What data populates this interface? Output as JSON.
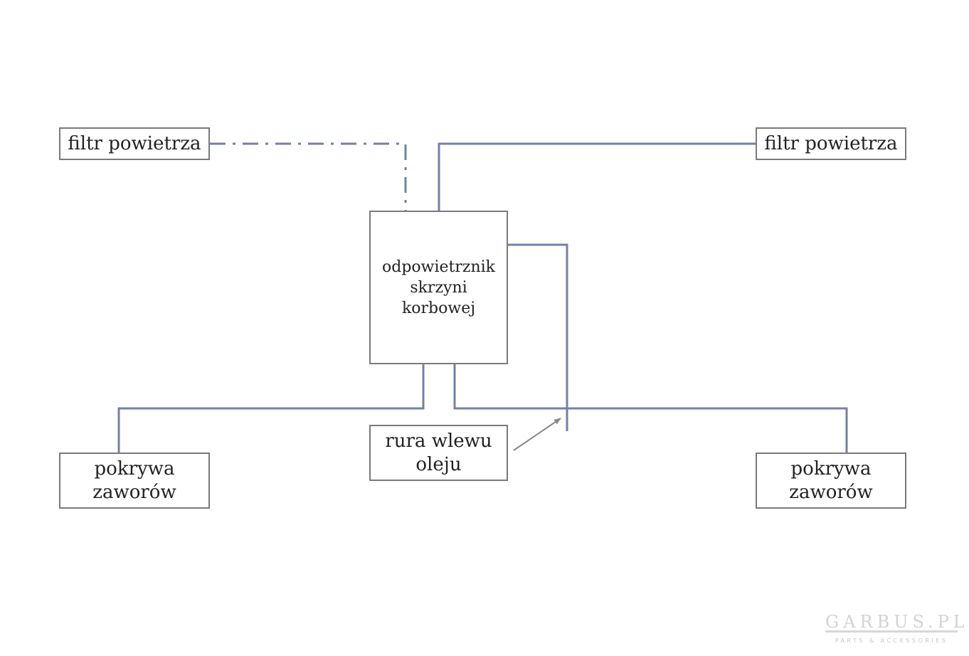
{
  "colors": {
    "connector": "#7381a8",
    "box_border": "#7a7a7a",
    "arrow": "#888888",
    "logo": "#d3d3d3"
  },
  "nodes": {
    "air_filter_left": "filtr powietrza",
    "air_filter_right": "filtr powietrza",
    "breather": "odpowietrznik\nskrzyni\nkorbowej",
    "oil_filler": "rura wlewu\noleju",
    "valve_cover_left": "pokrywa\nzaworów",
    "valve_cover_right": "pokrywa\nzaworów"
  },
  "edges": [
    {
      "from": "air_filter_left",
      "to": "breather",
      "style": "dash-dot"
    },
    {
      "from": "air_filter_right",
      "to": "breather",
      "style": "solid"
    },
    {
      "from": "breather",
      "to": "valve_cover_left",
      "style": "solid"
    },
    {
      "from": "breather",
      "to": "valve_cover_right",
      "style": "solid"
    },
    {
      "from": "breather",
      "to": "oil_filler_pipe",
      "style": "dotted-then-solid"
    },
    {
      "from": "oil_filler",
      "to": "oil_filler_pipe",
      "style": "arrow"
    }
  ],
  "logo": {
    "main": "GARBUS.PL",
    "sub": "PARTS & ACCESSORIES"
  }
}
